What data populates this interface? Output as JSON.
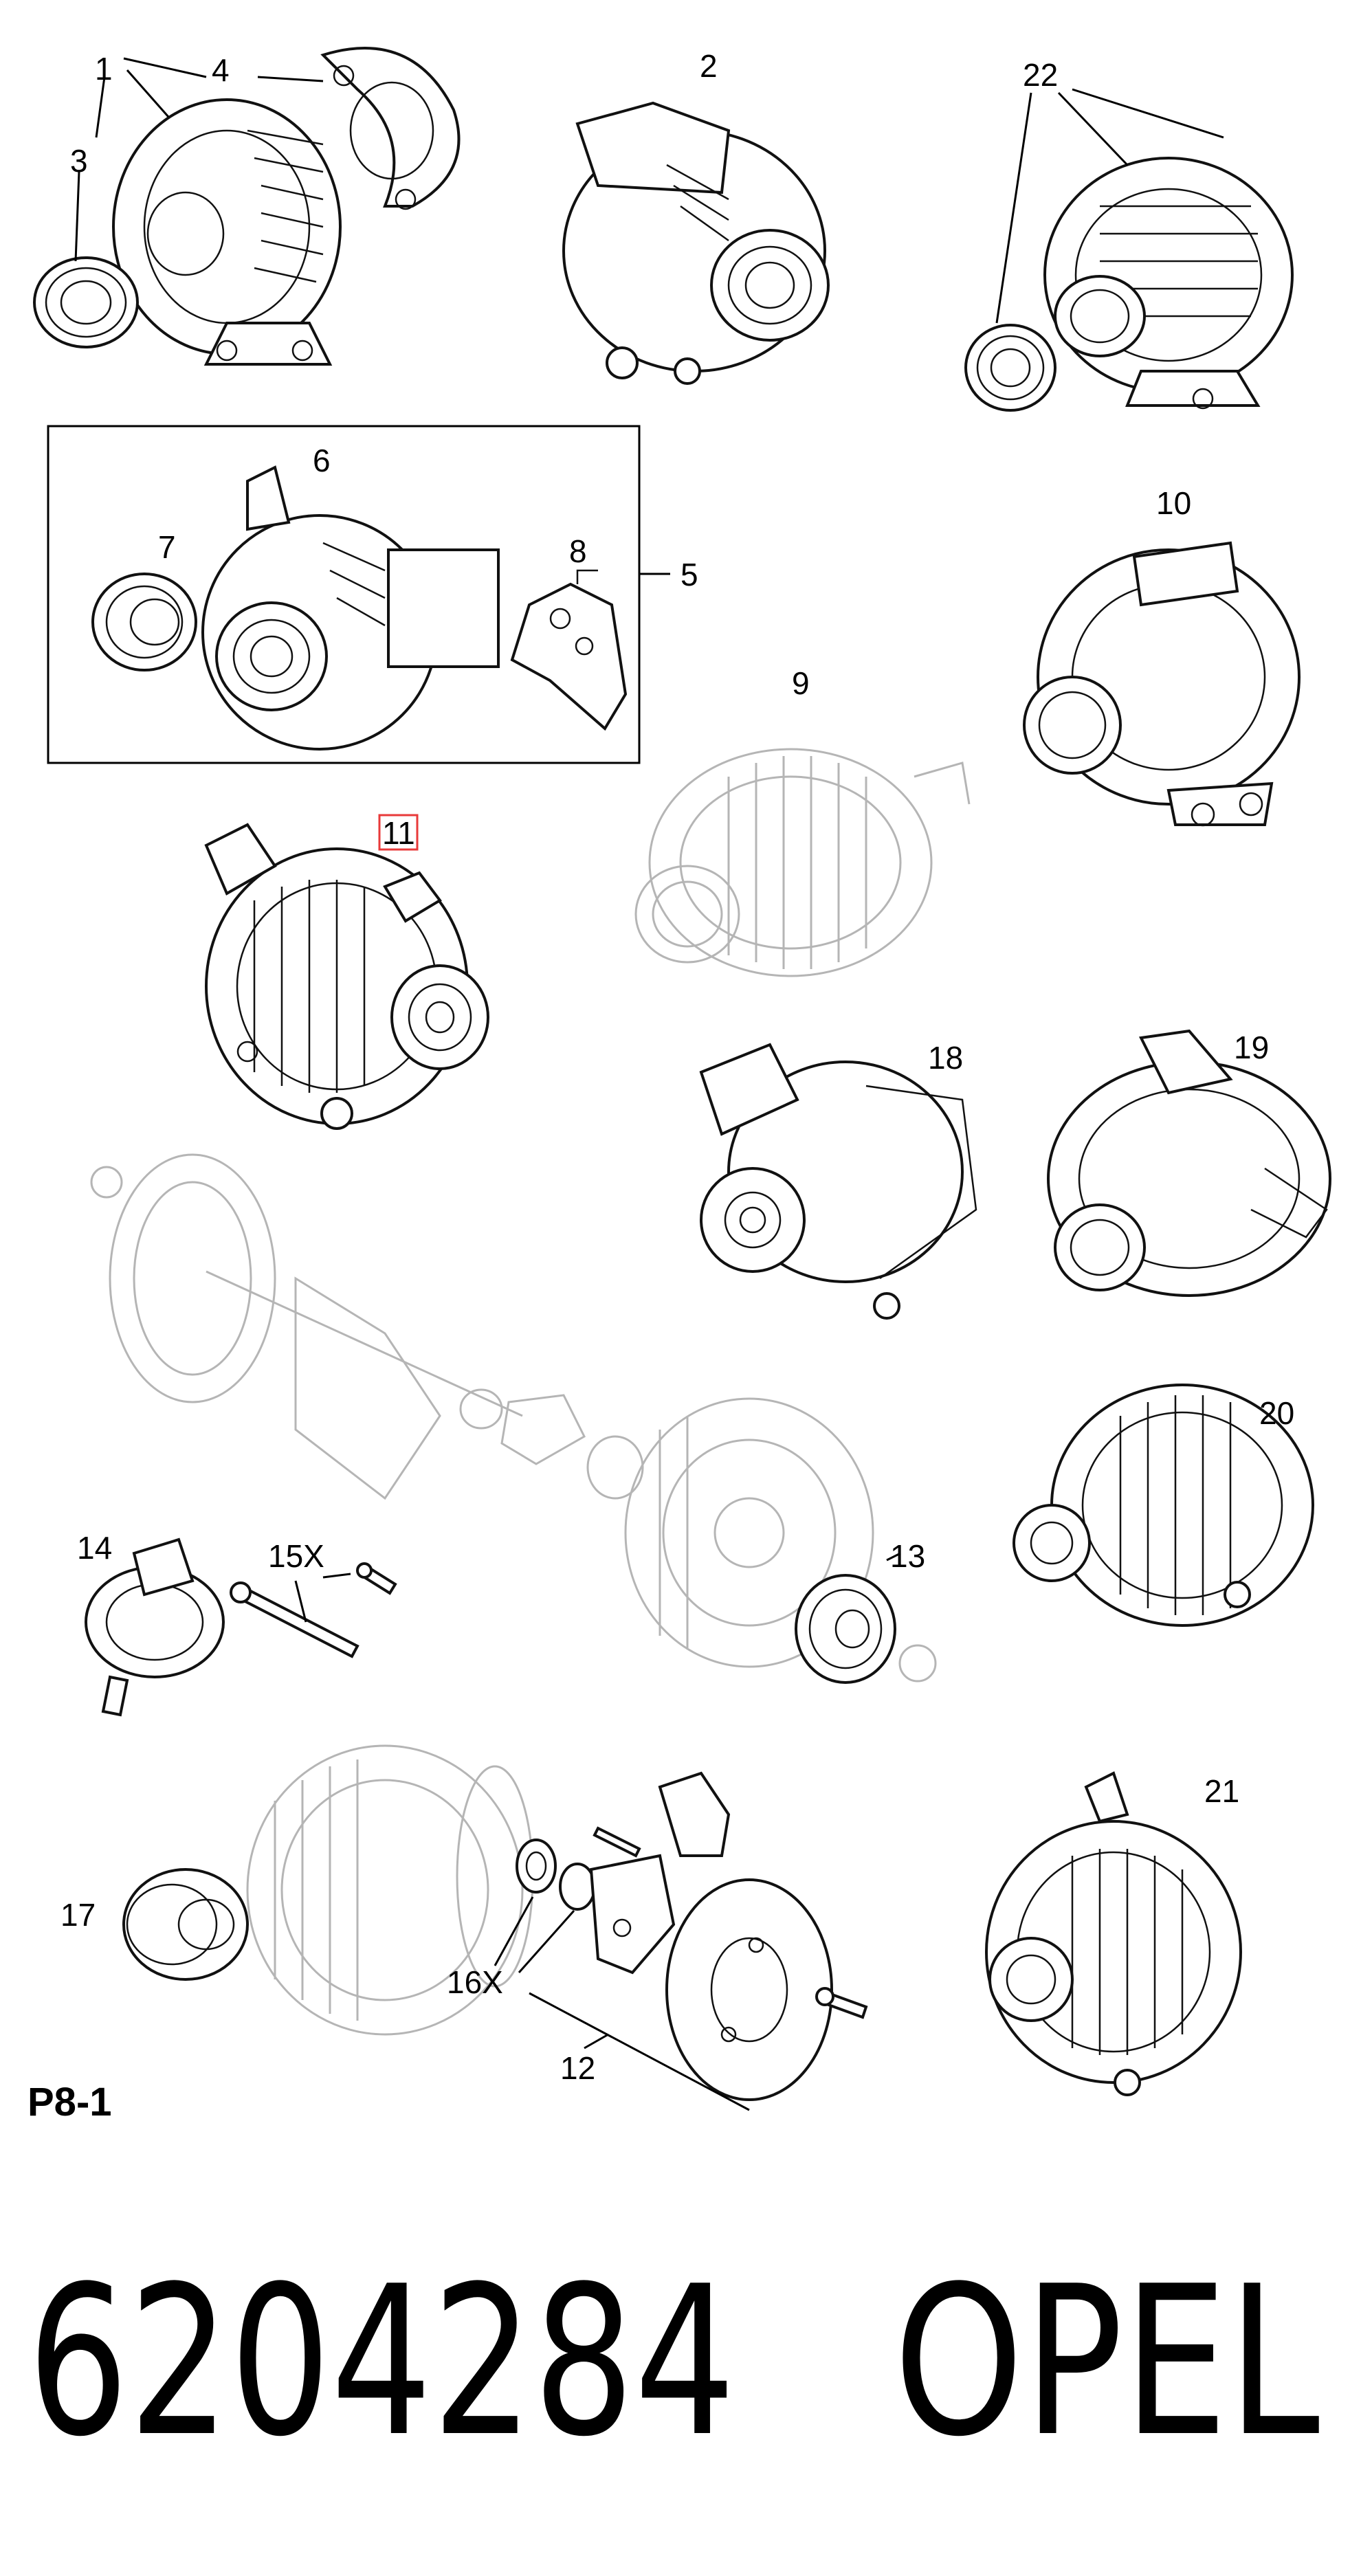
{
  "callouts": {
    "c1": "1",
    "c2": "2",
    "c3": "3",
    "c4": "4",
    "c5": "5",
    "c6": "6",
    "c7": "7",
    "c8": "8",
    "c9": "9",
    "c10": "10",
    "c11": "11",
    "c12": "12",
    "c13": "13",
    "c14": "14",
    "c15x": "15X",
    "c16x": "16X",
    "c17": "17",
    "c18": "18",
    "c19": "19",
    "c20": "20",
    "c21": "21",
    "c22": "22"
  },
  "highlighted_callout": "11",
  "highlight_color": "#e83a3a",
  "sheet_code": "P8-1",
  "part_number": "6204284",
  "brand": "OPEL"
}
